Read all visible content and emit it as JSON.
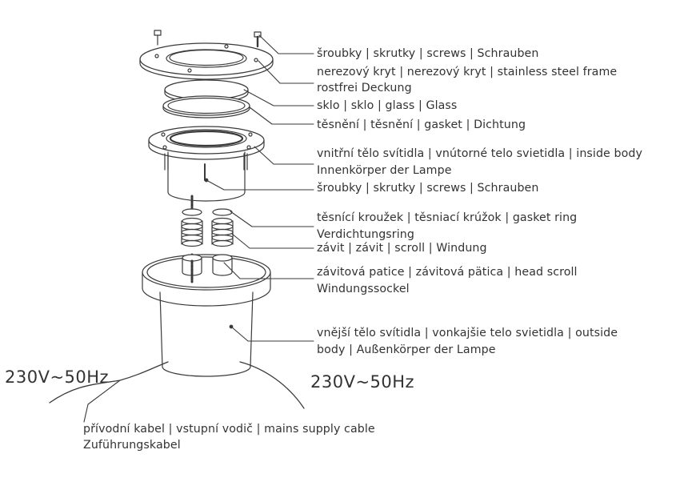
{
  "labels": {
    "screws_top": "šroubky | skrutky | screws | Schrauben",
    "frame_l1": "nerezový kryt | nerezový kryt | stainless steel frame",
    "frame_l2": "rostfrei Deckung",
    "glass": "sklo | sklo | glass | Glass",
    "gasket": "těsnění | těsnění | gasket | Dichtung",
    "inner_l1": "vnitřní tělo svítidla | vnútorné telo svietidla | inside body",
    "inner_l2": "Innenkörper der Lampe",
    "screws_mid": "šroubky | skrutky | screws | Schrauben",
    "ring_l1": "těsnící kroužek | těsniací krúžok | gasket ring",
    "ring_l2": "Verdichtungsring",
    "scroll": "závit | závit | scroll | Windung",
    "socket_l1": "závitová patice | závitová pätica | head scroll",
    "socket_l2": "Windungssockel",
    "outer_l1": "vnější tělo svítidla | vonkajšie telo svietidla | outside",
    "outer_l2": "body | Außenkörper der Lampe",
    "cable_l1": "přívodní kabel | vstupní vodič | mains supply cable",
    "cable_l2": "Zuführungskabel"
  },
  "voltage_left": "230V~50Hz",
  "voltage_right": "230V~50Hz",
  "colors": {
    "line": "#3a3a3a",
    "text": "#333333"
  }
}
